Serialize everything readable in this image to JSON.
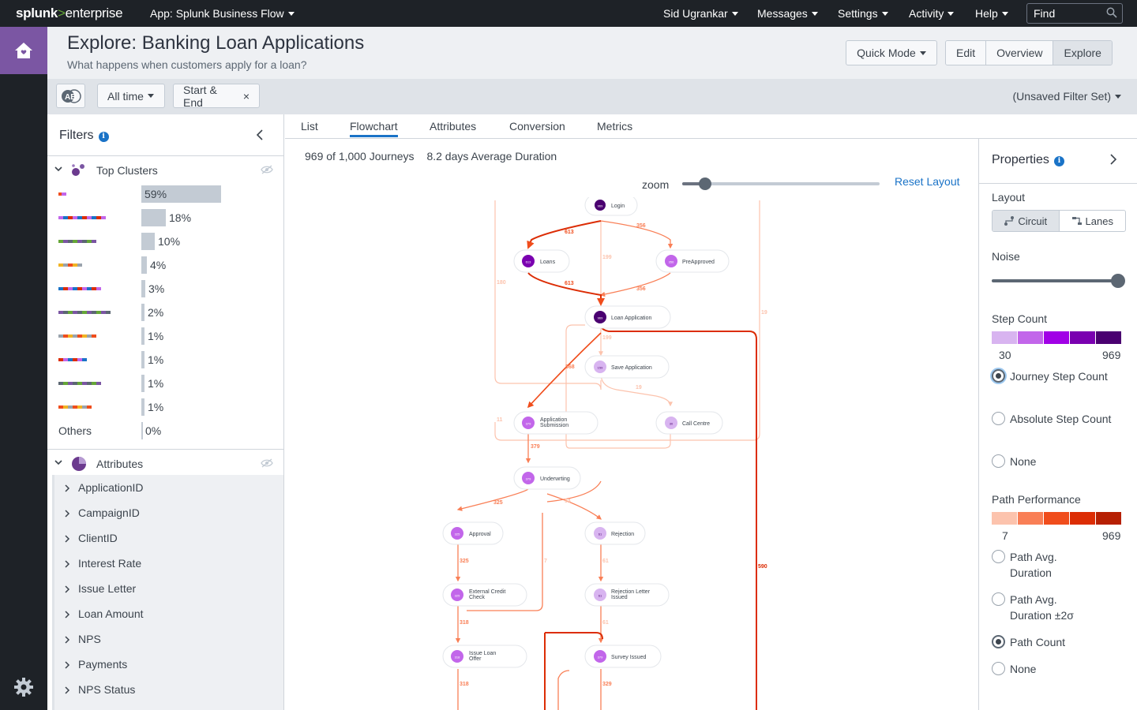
{
  "topbar": {
    "logo_a": "splunk",
    "logo_b": ">",
    "logo_c": "enterprise",
    "app": "App: Splunk Business Flow",
    "menus": [
      "Sid Ugrankar",
      "Messages",
      "Settings",
      "Activity",
      "Help"
    ],
    "find_placeholder": "Find"
  },
  "header": {
    "title": "Explore: Banking Loan Applications",
    "subtitle": "What happens when customers apply for a loan?",
    "quick_mode": "Quick Mode",
    "views": [
      "Edit",
      "Overview",
      "Explore"
    ]
  },
  "filterbar": {
    "ab_label": "AB",
    "time": "All time",
    "start_end": "Start & End",
    "close": "×",
    "unsaved": "(Unsaved Filter Set)"
  },
  "filters": {
    "title": "Filters",
    "clusters_label": "Top Clusters",
    "clusters": [
      {
        "pct": "59%",
        "fraction": 0.59
      },
      {
        "pct": "18%",
        "fraction": 0.18
      },
      {
        "pct": "10%",
        "fraction": 0.1
      },
      {
        "pct": "4%",
        "fraction": 0.04
      },
      {
        "pct": "3%",
        "fraction": 0.03
      },
      {
        "pct": "2%",
        "fraction": 0.02
      },
      {
        "pct": "1%",
        "fraction": 0.01
      },
      {
        "pct": "1%",
        "fraction": 0.01
      },
      {
        "pct": "1%",
        "fraction": 0.01
      },
      {
        "pct": "1%",
        "fraction": 0.01
      }
    ],
    "others_label": "Others",
    "others_pct": "0%",
    "attributes_label": "Attributes",
    "attributes": [
      "ApplicationID",
      "CampaignID",
      "ClientID",
      "Interest Rate",
      "Issue Letter",
      "Loan Amount",
      "NPS",
      "Payments",
      "NPS Status"
    ]
  },
  "tabs": [
    "List",
    "Flowchart",
    "Attributes",
    "Conversion",
    "Metrics"
  ],
  "summary": {
    "journeys": "969 of 1,000 Journeys",
    "duration": "8.2 days Average Duration"
  },
  "zoom": {
    "label": "zoom",
    "level": 0.09,
    "reset": "Reset Layout"
  },
  "flow": {
    "nodes": [
      {
        "label": "Login",
        "count": "969"
      },
      {
        "label": "Loans",
        "count": "613"
      },
      {
        "label": "PreApproved",
        "count": "356"
      },
      {
        "label": "Loan Application",
        "count": "969"
      },
      {
        "label": "Save Application",
        "count": "159"
      },
      {
        "label": "Application",
        "label2": "Submission",
        "count": "379"
      },
      {
        "label": "Call Centre",
        "count": "30"
      },
      {
        "label": "Underwrting",
        "count": "379"
      },
      {
        "label": "Approval",
        "count": "325"
      },
      {
        "label": "Rejection",
        "count": "61"
      },
      {
        "label": "External Credit",
        "label2": "Check",
        "count": "325"
      },
      {
        "label": "Rejection Letter",
        "label2": "Issued",
        "count": "61"
      },
      {
        "label": "Issue Loan",
        "label2": "Offer",
        "count": "318"
      },
      {
        "label": "Survey Issued",
        "count": "379"
      }
    ],
    "edges": [
      "613",
      "356",
      "180",
      "199",
      "613",
      "356",
      "19",
      "199",
      "368",
      "19",
      "11",
      "379",
      "325",
      "54",
      "325",
      "7",
      "61",
      "590",
      "318",
      "61",
      "318",
      "329"
    ]
  },
  "properties": {
    "title": "Properties",
    "layout_label": "Layout",
    "layout_options": [
      "Circuit",
      "Lanes"
    ],
    "noise_label": "Noise",
    "noise_level": 1,
    "step_count_label": "Step Count",
    "step_min": "30",
    "step_max": "969",
    "step_colors": [
      "#d8b4f0",
      "#c266ea",
      "#a100e6",
      "#7a00b0",
      "#4a0070"
    ],
    "step_options": [
      "Journey Step Count",
      "Absolute Step Count",
      "None"
    ],
    "path_label": "Path Performance",
    "path_min": "7",
    "path_max": "969",
    "path_colors": [
      "#fcc3ad",
      "#f97f56",
      "#f04d1c",
      "#dc2d05",
      "#b62003"
    ],
    "path_options": [
      "Path Avg. Duration",
      "Path Avg. Duration ±2σ",
      "Path Count",
      "None"
    ]
  }
}
